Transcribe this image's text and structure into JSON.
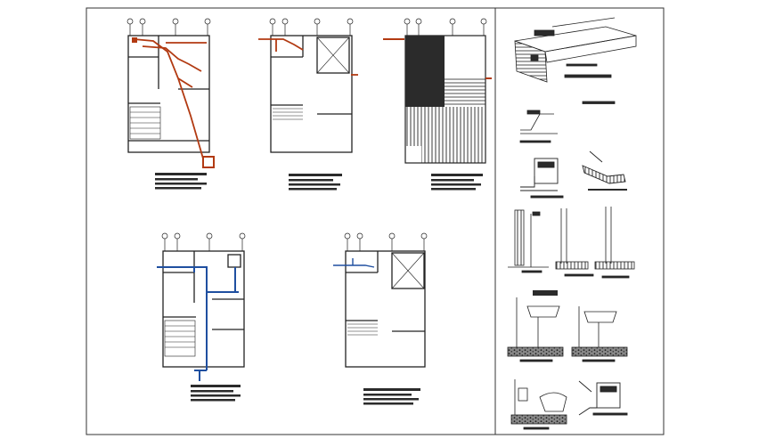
{
  "sheet": {
    "background": "#ffffff",
    "line_color": "#222222",
    "sanitary_color": "#b23a12",
    "water_color": "#1f4fa0",
    "dark_fill": "#2b2b2b"
  },
  "plans": [
    {
      "id": "plan-1",
      "system": "sanitary",
      "grid_bubbles": 4
    },
    {
      "id": "plan-2",
      "system": "sanitary-roof",
      "grid_bubbles": 4
    },
    {
      "id": "plan-3",
      "system": "roof-drainage",
      "grid_bubbles": 4
    },
    {
      "id": "plan-4",
      "system": "water-supply",
      "grid_bubbles": 4
    },
    {
      "id": "plan-5",
      "system": "water-supply-upper",
      "grid_bubbles": 4
    }
  ],
  "details": [
    {
      "id": "detail-isometric-box"
    },
    {
      "id": "detail-pipe-slope"
    },
    {
      "id": "detail-inspection-box"
    },
    {
      "id": "detail-pipe-joint"
    },
    {
      "id": "detail-wall-section-1"
    },
    {
      "id": "detail-wall-section-2"
    },
    {
      "id": "detail-wall-section-3"
    },
    {
      "id": "detail-sink-section-1"
    },
    {
      "id": "detail-sink-section-2"
    },
    {
      "id": "detail-toilet-section"
    },
    {
      "id": "detail-trap-section"
    }
  ]
}
